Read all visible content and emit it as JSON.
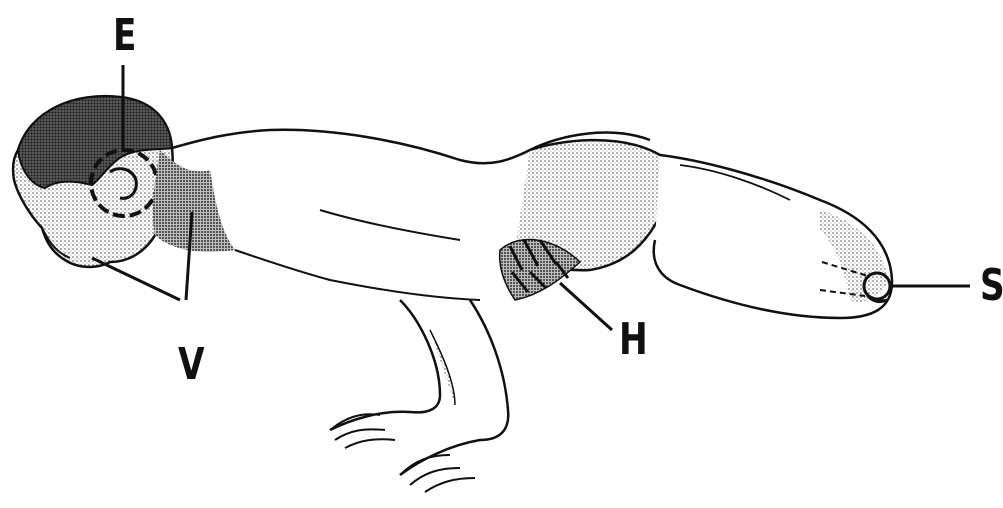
{
  "figure": {
    "description_icon": "man-in-crow-pose-icon",
    "colors": {
      "ink": "#111111",
      "shade": "#8a8a8a",
      "background": "#ffffff"
    },
    "labels": {
      "e": "E",
      "v": "V",
      "h": "H",
      "s": "S"
    }
  }
}
